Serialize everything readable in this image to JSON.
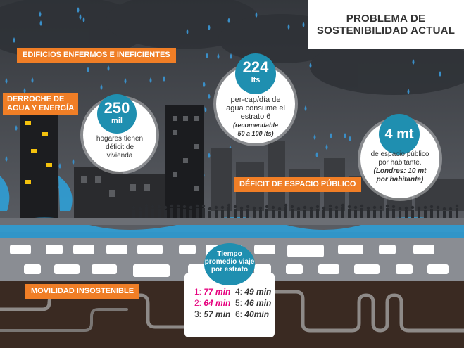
{
  "title": {
    "line1": "PROBLEMA DE",
    "line2": "SOSTENIBILIDAD ACTUAL"
  },
  "tags": {
    "buildings": "EDIFICIOS ENFERMOS E INEFICIENTES",
    "water_line1": "DERROCHE DE",
    "water_line2": "AGUA Y ENERGÍA",
    "public_space": "DÉFICIT DE ESPACIO PÚBLICO",
    "mobility": "MOVILIDAD INSOSTENIBLE"
  },
  "stats": {
    "housing": {
      "value": "250",
      "unit": "mil",
      "text_line1": "hogares tienen",
      "text_line2": "déficit de",
      "text_line3": "vivienda"
    },
    "water": {
      "value": "224",
      "unit": "lts",
      "text_line1": "per-cap/día de",
      "text_line2": "agua consume el",
      "text_line3": "estrato 6",
      "note_line1": "(recomendable",
      "note_line2": "50 a 100 lts)"
    },
    "space": {
      "value": "4 mt",
      "text_line1": "de espacio público",
      "text_line2": "por habitante.",
      "note_line1": "(Londres: 10 mt",
      "note_line2": "por habitante)"
    }
  },
  "travel": {
    "title_line1": "Tiempo",
    "title_line2": "promedio viaje",
    "title_line3": "por estrato",
    "rows": [
      {
        "n": "1:",
        "value": "77 min"
      },
      {
        "n": "2:",
        "value": "64 min"
      },
      {
        "n": "3:",
        "value": "57 min"
      },
      {
        "n": "4:",
        "value": "49 min"
      },
      {
        "n": "5:",
        "value": "46 min"
      },
      {
        "n": "6:",
        "value": "40min"
      }
    ]
  },
  "colors": {
    "accent": "#f07e26",
    "badge": "#1f8fb0",
    "highlight": "#e6007e",
    "sky": "#44474d",
    "ground": "#3a2a22",
    "water": "#2f9fd6"
  }
}
